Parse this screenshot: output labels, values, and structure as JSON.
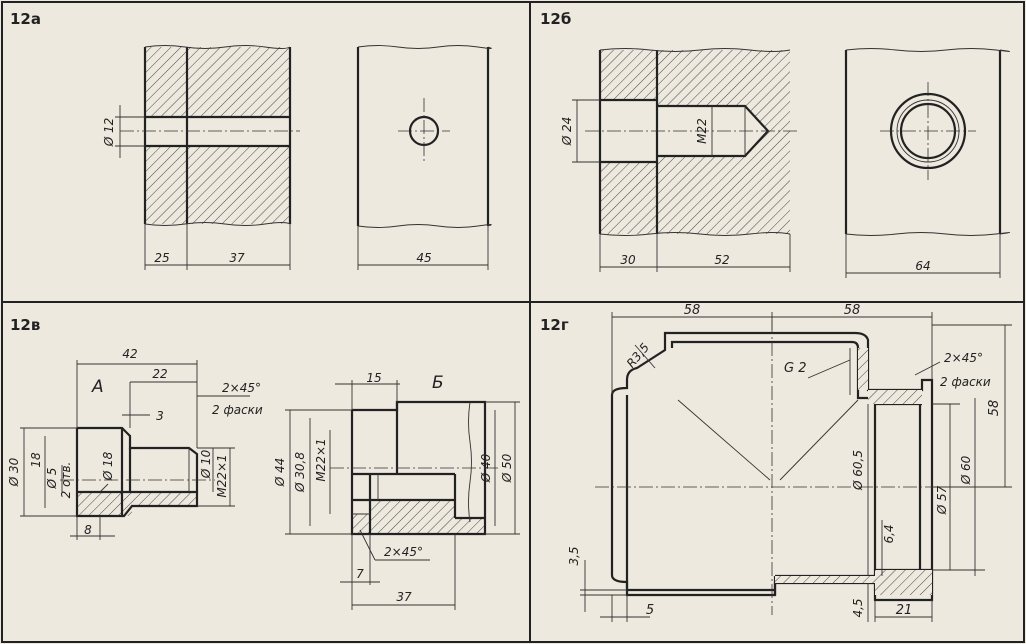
{
  "panels": {
    "a": {
      "label": "12а"
    },
    "b": {
      "label": "12б"
    },
    "v": {
      "label": "12в"
    },
    "g": {
      "label": "12г"
    }
  },
  "p12a": {
    "dims": {
      "d12": "Ø 12",
      "w25": "25",
      "w37": "37",
      "w45": "45"
    }
  },
  "p12b": {
    "dims": {
      "d24": "Ø 24",
      "m22": "M22",
      "w30": "30",
      "w52": "52",
      "w64": "64"
    }
  },
  "p12v": {
    "labels": {
      "A": "А",
      "B": "Б"
    },
    "dims": {
      "w42": "42",
      "w22": "22",
      "w3": "3",
      "w8": "8",
      "ch1": "2×45°",
      "ch2": "2 фаски",
      "d30": "Ø 30",
      "d18a": "18",
      "d5": "Ø 5",
      "otv": "2 отв.",
      "d18b": "Ø 18",
      "d10": "Ø 10",
      "m22x1a": "M22×1",
      "w15": "15",
      "d44": "Ø 44",
      "d308": "Ø 30,8",
      "m22x1b": "M22×1",
      "d40": "Ø 40",
      "d50": "Ø 50",
      "ch3": "2×45°",
      "w7": "7",
      "w37": "37"
    }
  },
  "p12g": {
    "dims": {
      "w58a": "58",
      "w58b": "58",
      "r35": "R3,5",
      "g2": "G 2",
      "ch1": "2×45°",
      "ch2": "2 фаски",
      "h58": "58",
      "d605": "Ø 60,5",
      "d60": "Ø 60",
      "d57": "Ø 57",
      "d64": "6,4",
      "d35": "3,5",
      "w5": "5",
      "d45": "4,5",
      "w21": "21"
    }
  }
}
